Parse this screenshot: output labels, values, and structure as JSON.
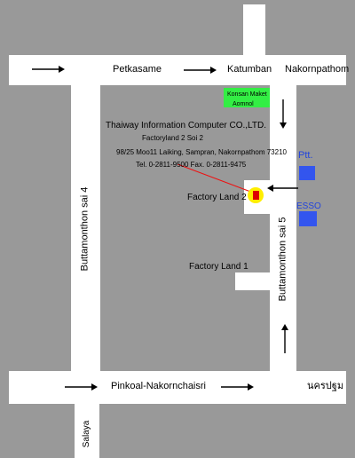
{
  "roads": {
    "top": "Petkasame",
    "top_mid": "Katumban",
    "top_right": "Nakornpathom",
    "left_vertical": "Buttamonthon sai 4",
    "right_vertical": "Buttamonthon sai 5",
    "bottom": "Pinkoal-Nakornchaisri",
    "bottom_right": "นครปฐม",
    "bottom_stub": "Salaya"
  },
  "landmarks": {
    "market_line1": "Konsan Maket",
    "market_line2": "Aomnol",
    "ptt": "Ptt.",
    "esso": "ESSO",
    "factory_land_2": "Factory Land 2",
    "factory_land_1": "Factory Land 1"
  },
  "company": {
    "name": "Thaiway Information Computer CO.,LTD.",
    "location": "Factoryland 2  Soi 2",
    "address": "98/25 Moo11 Laiking, Sampran, Nakornpathom 73210",
    "phone": "Tel. 0-2811-9500 Fax. 0-2811-9475"
  },
  "colors": {
    "background": "#999999",
    "road": "#ffffff",
    "market": "#33ee44",
    "station": "#3355ee",
    "station_text": "#2244dd",
    "marker_outer": "#ffee00",
    "marker_inner": "#dd0000",
    "pointer": "#ee1111"
  }
}
